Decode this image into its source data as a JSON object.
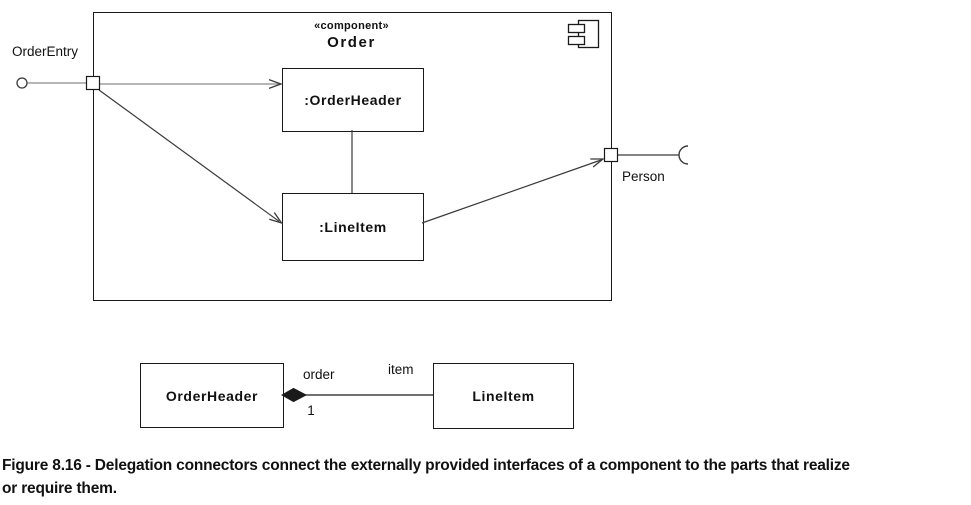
{
  "figure": {
    "component_diagram": {
      "component": {
        "stereotype": "«component»",
        "name": "Order"
      },
      "parts": [
        {
          "label": ":OrderHeader"
        },
        {
          "label": ":LineItem"
        }
      ],
      "provided_interface": {
        "label": "OrderEntry"
      },
      "required_interface": {
        "label": "Person"
      }
    },
    "class_diagram": {
      "classes": [
        {
          "name": "OrderHeader"
        },
        {
          "name": "LineItem"
        }
      ],
      "association": {
        "role_near_diamond": "order",
        "multiplicity": "1",
        "role_far": "item"
      }
    },
    "caption": {
      "line1": "Figure 8.16 - Delegation connectors connect the externally provided interfaces of a component to the parts that realize",
      "line2": "or require them."
    },
    "icons": {
      "component_icon": "UML component glyph (rectangle with two tabs)",
      "ball_icon": "provided interface ball (open circle)",
      "socket_icon": "required interface socket (half circle)",
      "diamond_icon": "composition diamond (filled)"
    },
    "colors": {
      "background": "#ffffff",
      "border": "#1a1a1a",
      "line": "#3a3a3a",
      "gray_line": "#8a8a8a",
      "text": "#111111"
    }
  }
}
